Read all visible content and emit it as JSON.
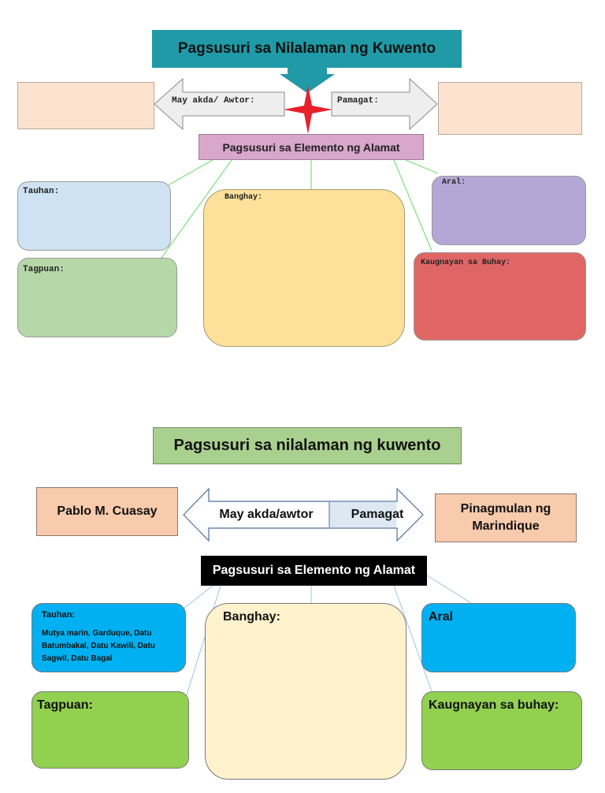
{
  "top": {
    "title": "Pagsusuri sa Nilalaman ng Kuwento",
    "author_label": "May akda/ Awtor:",
    "title_label": "Pamagat:",
    "element_label": "Pagsusuri sa Elemento ng Alamat",
    "tauhan": "Tauhan:",
    "banghay": "Banghay:",
    "aral": "Aral:",
    "tagpuan": "Tagpuan:",
    "kaugnayan": "Kaugnayan sa Buhay:"
  },
  "bottom": {
    "title": "Pagsusuri sa nilalaman ng kuwento",
    "author_name": "Pablo M. Cuasay",
    "author_label": "May akda/awtor",
    "title_label": "Pamagat",
    "story_title": "Pinagmulan ng Marindique",
    "element_label": "Pagsusuri sa Elemento ng Alamat",
    "tauhan_label": "Tauhan:",
    "tauhan_value": "Mutya marin, Garduque, Datu Batumbakal, Datu Kawili, Datu Sagwil, Datu Bagal",
    "banghay": "Banghay:",
    "aral": "Aral",
    "tagpuan": "Tagpuan:",
    "kaugnayan": "Kaugnayan sa buhay:"
  },
  "colors": {
    "top_title": "#1f9aa6",
    "peach": "#fce3cf",
    "element_box": "#d8a7cb",
    "tauhan_box": "#cfe2f3",
    "banghay_box": "#fde19a",
    "aral_box": "#b4a7d6",
    "tagpuan_box": "#b6d7a8",
    "kaugnayan_box": "#e06666",
    "bottom_title": "#a9d08e",
    "bottom_blue": "#00b0f0",
    "bottom_green": "#92d050",
    "bottom_cream": "#fff2cc"
  }
}
